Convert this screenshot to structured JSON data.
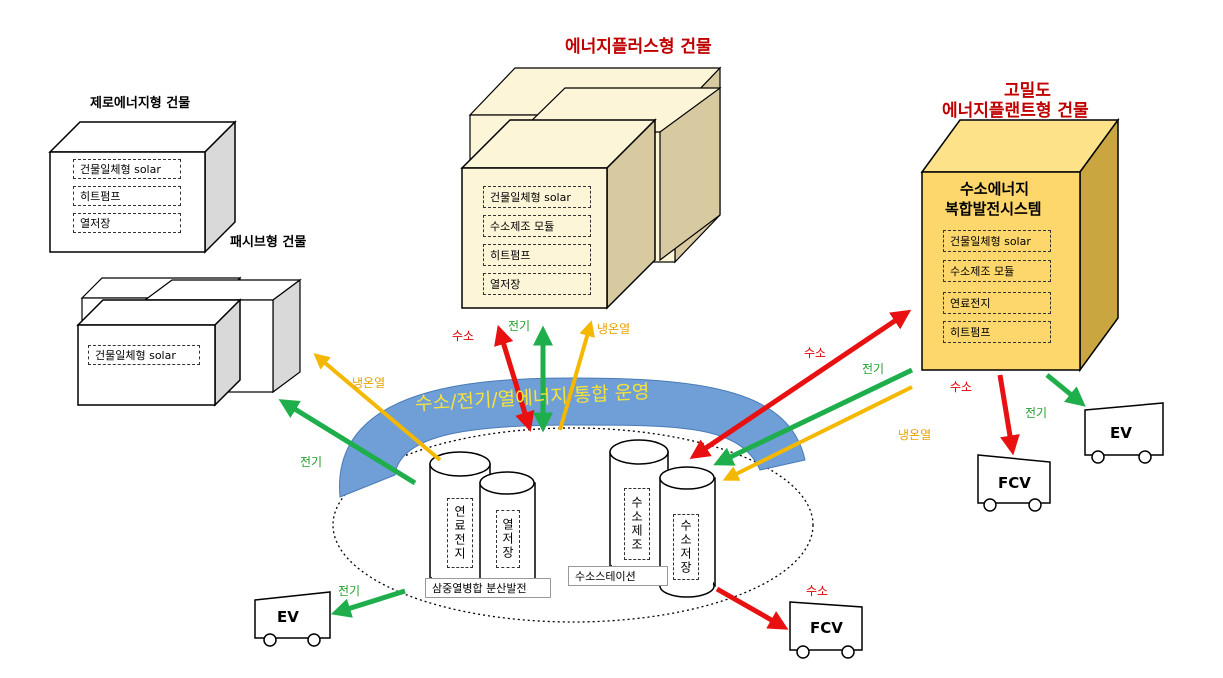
{
  "titles": {
    "plus": "에너지플러스형 건물",
    "plant_line1": "고밀도",
    "plant_line2": "에너지플랜트형 건물",
    "zero": "제로에너지형 건물",
    "passive": "패시브형 건물"
  },
  "zero_building": {
    "items": [
      "건물일체형 solar",
      "히트펌프",
      "열저장"
    ]
  },
  "passive_building": {
    "items": [
      "건물일체형 solar"
    ]
  },
  "plus_building": {
    "items": [
      "건물일체형 solar",
      "수소제조 모듈",
      "히트펌프",
      "열저장"
    ]
  },
  "plant_building": {
    "system_line1": "수소에너지",
    "system_line2": "복합발전시스템",
    "items": [
      "건물일체형 solar",
      "수소제조 모듈",
      "연료전지",
      "히트펌프"
    ]
  },
  "ring_label": "수소/전기/열에너지 통합 운영",
  "cylinders": {
    "fuel_cell": "연료전지",
    "heat_storage": "열저장",
    "h2_production": "수소제조",
    "h2_storage": "수소저장"
  },
  "station_labels": {
    "chp": "삼중열병합 분산발전",
    "h2_station": "수소스테이션"
  },
  "flows": {
    "hydrogen": "수소",
    "electricity": "전기",
    "cold_heat": "냉온열"
  },
  "vehicles": {
    "ev": "EV",
    "fcv": "FCV"
  },
  "colors": {
    "hydrogen": "#e81010",
    "electricity": "#1fae4c",
    "cold_heat": "#f5b800",
    "ring": "#6f9fd6",
    "plus_face": "#fdf5d8",
    "plant_face": "#fdd76b",
    "title_red": "#c00000"
  }
}
